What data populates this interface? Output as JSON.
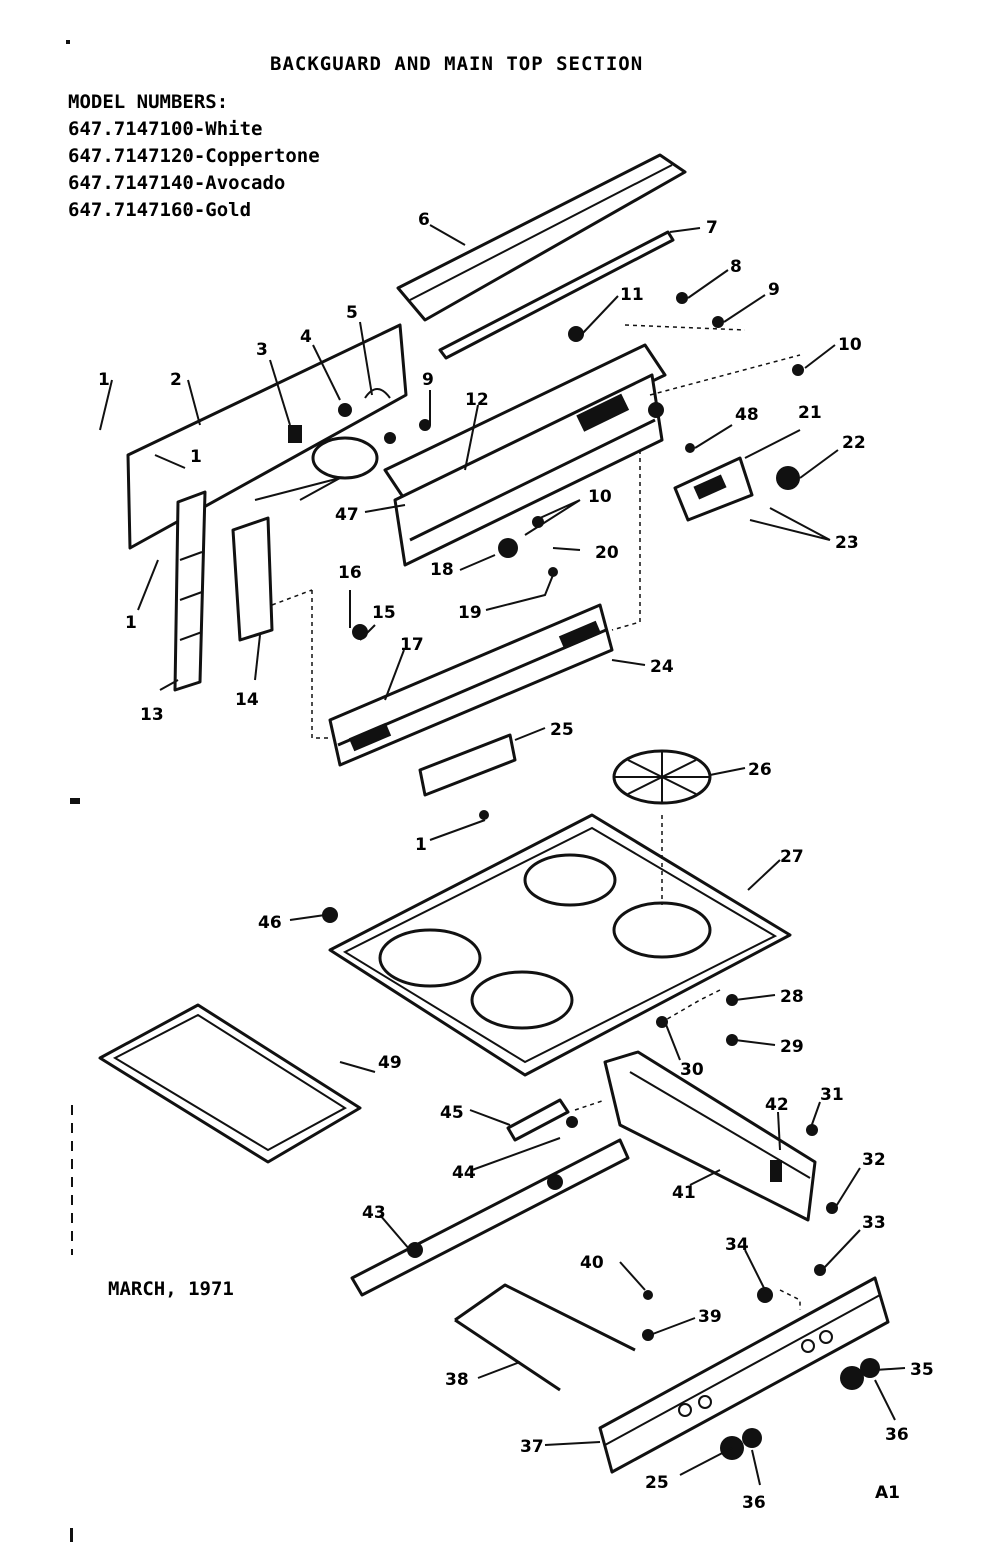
{
  "header": {
    "title": "BACKGUARD AND MAIN TOP SECTION",
    "models_label": "MODEL NUMBERS:",
    "models": [
      "647.7147100-White",
      "647.7147120-Coppertone",
      "647.7147140-Avocado",
      "647.7147160-Gold"
    ]
  },
  "footer": {
    "date": "MARCH, 1971",
    "page_code": "A1"
  },
  "callouts": {
    "c1a": "1",
    "c1b": "1",
    "c1c": "1",
    "c1d": "1",
    "c2": "2",
    "c3": "3",
    "c4": "4",
    "c5": "5",
    "c6": "6",
    "c7": "7",
    "c8": "8",
    "c9a": "9",
    "c9b": "9",
    "c10a": "10",
    "c10b": "10",
    "c11": "11",
    "c12": "12",
    "c13": "13",
    "c14": "14",
    "c15": "15",
    "c16": "16",
    "c17": "17",
    "c18": "18",
    "c19": "19",
    "c20": "20",
    "c21": "21",
    "c22": "22",
    "c23": "23",
    "c24": "24",
    "c25a": "25",
    "c25b": "25",
    "c26": "26",
    "c27": "27",
    "c28": "28",
    "c29": "29",
    "c30": "30",
    "c31": "31",
    "c32": "32",
    "c33": "33",
    "c34": "34",
    "c35": "35",
    "c36a": "36",
    "c36b": "36",
    "c37": "37",
    "c38": "38",
    "c39": "39",
    "c40": "40",
    "c41": "41",
    "c42": "42",
    "c43": "43",
    "c44": "44",
    "c45": "45",
    "c46": "46",
    "c47": "47",
    "c48": "48",
    "c49": "49"
  }
}
